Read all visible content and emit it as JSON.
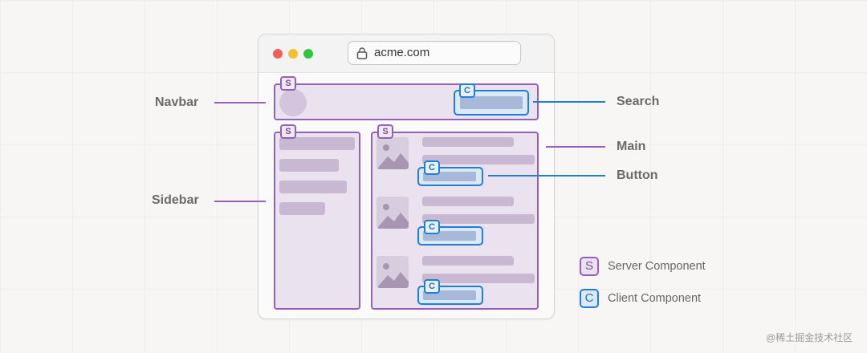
{
  "browser": {
    "url": "acme.com"
  },
  "badges": {
    "server": "S",
    "client": "C"
  },
  "labels": {
    "navbar": "Navbar",
    "sidebar": "Sidebar",
    "search": "Search",
    "main": "Main",
    "button": "Button"
  },
  "legend": {
    "server": {
      "symbol": "S",
      "text": "Server Component"
    },
    "client": {
      "symbol": "C",
      "text": "Client Component"
    }
  },
  "watermark": "@稀土掘金技术社区",
  "colors": {
    "server": "#9460b8",
    "client": "#1f7fd6"
  }
}
